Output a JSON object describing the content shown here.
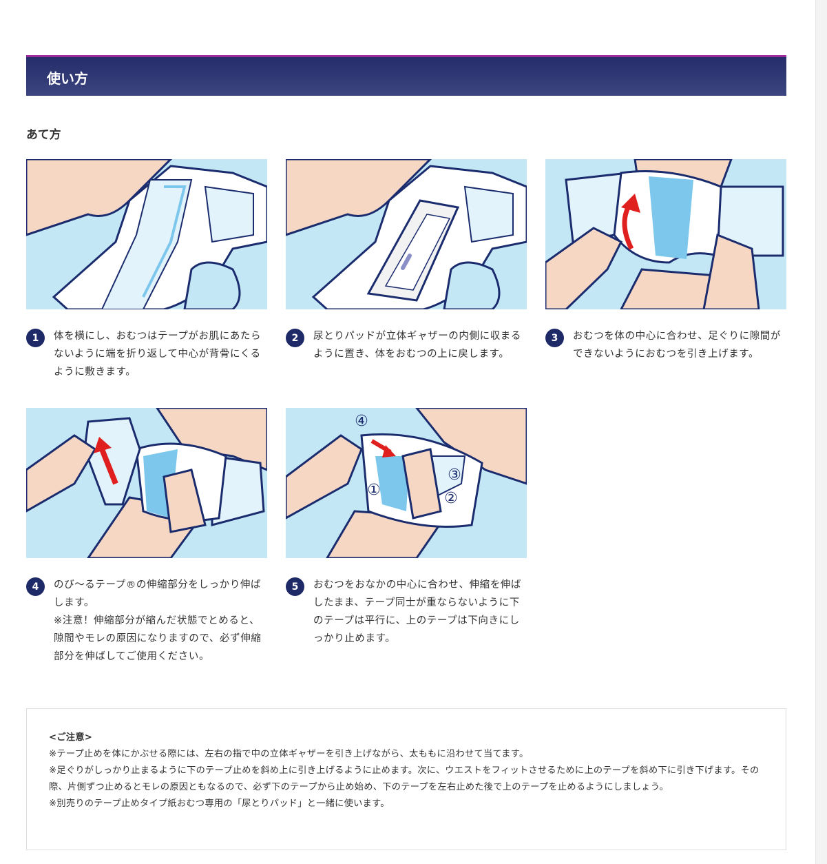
{
  "section": {
    "title": "使い方"
  },
  "subheading": "あて方",
  "steps": [
    {
      "num": "1",
      "lines": [
        "体を横にし、おむつはテープがお肌にあたらないように端を折り返して中心が背骨にくるように敷きます。"
      ]
    },
    {
      "num": "2",
      "lines": [
        "尿とりパッドが立体ギャザーの内側に収まるように置き、体をおむつの上に戻します。"
      ]
    },
    {
      "num": "3",
      "lines": [
        "おむつを体の中心に合わせ、足ぐりに隙間ができないようにおむつを引き上げます。"
      ]
    },
    {
      "num": "4",
      "lines": [
        "のび～るテープ®の伸縮部分をしっかり伸ばします。",
        "※注意！伸縮部分が縮んだ状態でとめると、隙間やモレの原因になりますので、必ず伸縮部分を伸ばしてご使用ください。"
      ]
    },
    {
      "num": "5",
      "lines": [
        "おむつをおなかの中心に合わせ、伸縮を伸ばしたまま、テープ同士が重ならないように下のテープは平行に、上のテープは下向きにしっかり止めます。"
      ]
    }
  ],
  "illustration_labels": {
    "tape_4": "④",
    "tape_3": "③",
    "tape_2": "②",
    "tape_1": "①"
  },
  "notice": {
    "title": "<ご注意>",
    "items": [
      "※テープ止めを体にかぶせる際には、左右の指で中の立体ギャザーを引き上げながら、太ももに沿わせて当てます。",
      "※足ぐりがしっかり止まるように下のテープ止めを斜め上に引き上げるように止めます。次に、ウエストをフィットさせるために上のテープを斜め下に引き下げます。その際、片側ずつ止めるとモレの原因ともなるので、必ず下のテープから止め始め、下のテープを左右止めた後で上のテープを止めるようにしましょう。",
      "※別売りのテープ止めタイプ紙おむつ専用の「尿とりパッド」と一緒に使います。"
    ]
  },
  "colors": {
    "header_top": "#262d6a",
    "header_accent": "#9a2d9a",
    "badge": "#1e2a68",
    "illust_bg": "#c4e7f6",
    "skin": "#f6d7c3",
    "outline": "#1b2c6e",
    "arrow": "#e0201f"
  }
}
